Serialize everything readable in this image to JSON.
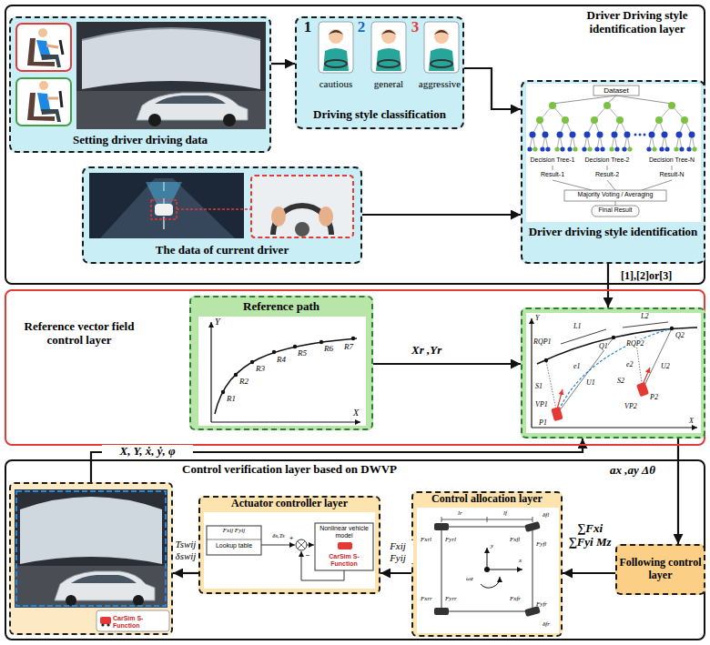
{
  "diagram": {
    "nodes": [
      {
        "text": [
          "Driver Driving style identification layer"
        ]
      },
      {
        "text": [
          "Setting driver driving data"
        ],
        "in": 0
      },
      {
        "text": [
          "Driving style classification",
          "1",
          "2",
          "3",
          "cautious",
          "general",
          "aggressive"
        ],
        "in": 0
      },
      {
        "text": [
          "Driver driving style identification",
          "Dataset",
          "Decision Tree-1",
          "Decision Tree-2",
          "Decision Tree-N",
          "Result-1",
          "Result-2",
          "Result-N",
          "Majority Voting / Averaging",
          "Final Result"
        ],
        "in": 0
      },
      {
        "text": [
          "The data of current driver"
        ],
        "in": 0
      },
      {
        "text": [
          "Reference vector field control layer"
        ]
      },
      {
        "text": [
          "Reference path",
          "Y",
          "X",
          "R1",
          "R2",
          "R3",
          "R4",
          "R5",
          "R6",
          "R7"
        ],
        "in": 5
      },
      {
        "text": [
          "Y",
          "X",
          "L1",
          "L2",
          "RQP1",
          "Q1",
          "Q2",
          "RQP2",
          "P1",
          "P2",
          "S1",
          "S2",
          "VP1",
          "VP2",
          "U1",
          "U2",
          "e1",
          "e2"
        ],
        "in": 5
      },
      {
        "text": [
          "Control verification layer based on DWVP"
        ]
      },
      {
        "text": [
          "CarSim S-Function"
        ],
        "in": 8
      },
      {
        "text": [
          "Actuator controller layer",
          "Fxij Fyij",
          "Lookup table",
          "δs,Ts",
          "+",
          "−",
          "Nonlinear vehicle model",
          "CarSim S-Function"
        ],
        "in": 8
      },
      {
        "text": [
          "Control allocation layer",
          "lr",
          "lf",
          "x",
          "y",
          "ωz",
          "Fxrl",
          "Fyrl",
          "Fxfl",
          "Fyfl",
          "Fxrr",
          "Fyrr",
          "Fxfr",
          "Fyfr",
          "δfl",
          "δfr"
        ],
        "in": 8
      },
      {
        "text": [
          "Following control layer"
        ],
        "in": 8
      }
    ],
    "edges": [
      {
        "from": 1,
        "to": 2,
        "arrow": "to"
      },
      {
        "from": 2,
        "to": 3,
        "arrow": "to"
      },
      {
        "from": 4,
        "to": 3,
        "arrow": "to"
      },
      {
        "from": 3,
        "to": 7,
        "arrow": "to",
        "label": "[1],[2]or[3]"
      },
      {
        "from": 6,
        "to": 7,
        "arrow": "to",
        "label": "Xr ,Yr"
      },
      {
        "from": 7,
        "to": 12,
        "arrow": "to",
        "label": "ax ,ay Δθ"
      },
      {
        "from": 12,
        "to": 11,
        "arrow": "to",
        "label": "∑Fxi ∑Fyi Mz"
      },
      {
        "from": 11,
        "to": 10,
        "arrow": "to",
        "label": "Fxij Fyij"
      },
      {
        "from": 10,
        "to": 9,
        "arrow": "to",
        "label": "Tswij δswij"
      },
      {
        "from": 9,
        "to": 7,
        "arrow": "to",
        "label": "X, Y, ẋ, ẏ, φ"
      }
    ]
  }
}
